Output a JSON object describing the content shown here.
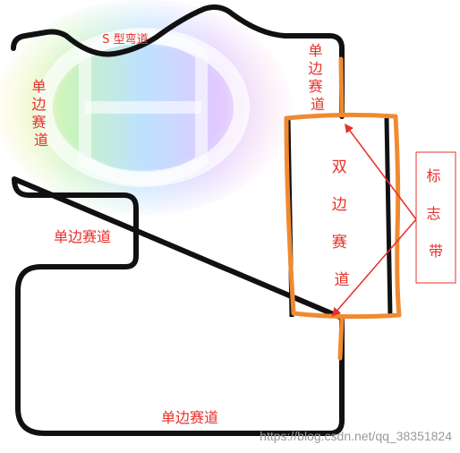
{
  "labels": {
    "s_curve": "S 型弯道",
    "single_top_left": "单边赛道",
    "single_mid_left": "单边赛道",
    "single_bottom": "单边赛道",
    "single_top_right": "单边赛道",
    "double": "双边赛道",
    "flag": "标志带"
  },
  "watermark": "https://blog.csdn.net/qq_38351824",
  "colors": {
    "track": "#111111",
    "highlight": "#f08a30",
    "annotation": "#e8302a",
    "flag_border": "#e8302a"
  }
}
